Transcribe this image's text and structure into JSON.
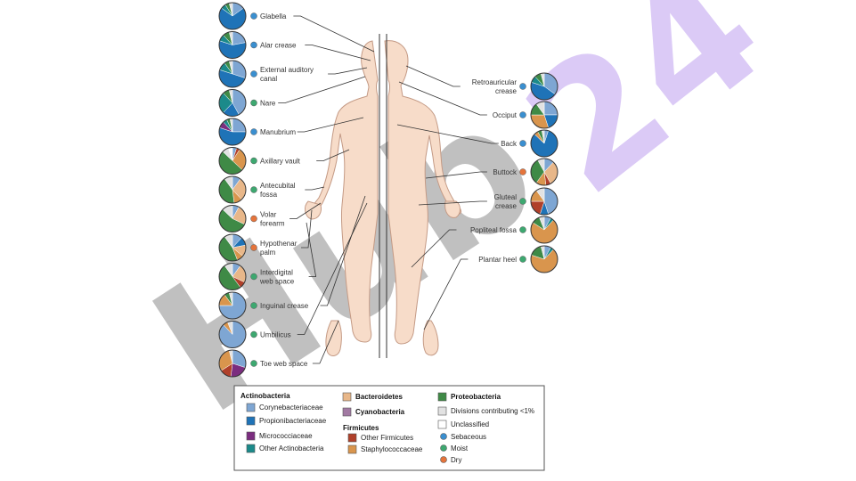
{
  "colors": {
    "coryne": "#7ea6d3",
    "propioni": "#1f73b7",
    "micrococc": "#7b2d7f",
    "other_actino": "#1b8a8a",
    "bacteroidetes": "#e8b789",
    "cyanobacteria": "#a27aa3",
    "other_firm": "#b0402a",
    "staph": "#d9954d",
    "proteo": "#3f8a46",
    "minor": "#e2e2e2",
    "unclassified": "#ffffff",
    "sebaceous": "#3a8fd0",
    "moist": "#3da870",
    "dry": "#e5743b",
    "body_fill": "#f7dcc9",
    "body_stroke": "#c49a85",
    "watermark_gray": "#b5b5b5",
    "watermark_purple": "#d7c4f5"
  },
  "watermark": {
    "gray_text": "Hub",
    "purple_text": "24"
  },
  "sites": [
    {
      "name": "Glabella",
      "type": "sebaceous",
      "side": "left",
      "values": {
        "coryne": 15,
        "propioni": 70,
        "other_actino": 6,
        "proteo": 5,
        "minor": 4
      }
    },
    {
      "name": "Alar crease",
      "type": "sebaceous",
      "side": "left",
      "values": {
        "coryne": 22,
        "propioni": 58,
        "other_actino": 8,
        "proteo": 8,
        "minor": 4
      }
    },
    {
      "name": "External auditory\ncanal",
      "type": "sebaceous",
      "side": "left",
      "values": {
        "coryne": 30,
        "propioni": 50,
        "other_actino": 10,
        "proteo": 6,
        "minor": 4
      }
    },
    {
      "name": "Nare",
      "type": "moist",
      "side": "left",
      "values": {
        "coryne": 42,
        "propioni": 20,
        "other_actino": 26,
        "proteo": 8,
        "minor": 4
      }
    },
    {
      "name": "Manubrium",
      "type": "sebaceous",
      "side": "left",
      "values": {
        "coryne": 25,
        "propioni": 55,
        "micrococc": 8,
        "other_actino": 5,
        "proteo": 4,
        "minor": 3
      }
    },
    {
      "name": "Axillary vault",
      "type": "moist",
      "side": "left",
      "values": {
        "coryne": 5,
        "staph": 28,
        "other_firm": 4,
        "proteo": 50,
        "minor": 8,
        "unclassified": 5
      }
    },
    {
      "name": "Antecubital\nfossa",
      "type": "moist",
      "side": "left",
      "values": {
        "coryne": 10,
        "bacteroidetes": 28,
        "staph": 10,
        "proteo": 42,
        "minor": 10
      }
    },
    {
      "name": "Volar\nforearm",
      "type": "dry",
      "side": "left",
      "values": {
        "coryne": 8,
        "bacteroidetes": 24,
        "proteo": 55,
        "minor": 13
      }
    },
    {
      "name": "Hypothenar\npalm",
      "type": "dry",
      "side": "left",
      "values": {
        "coryne": 12,
        "propioni": 10,
        "bacteroidetes": 14,
        "staph": 8,
        "proteo": 46,
        "minor": 10
      }
    },
    {
      "name": "Interdigital\nweb space",
      "type": "moist",
      "side": "left",
      "values": {
        "coryne": 10,
        "bacteroidetes": 22,
        "other_firm": 8,
        "proteo": 50,
        "minor": 10
      }
    },
    {
      "name": "Inguinal crease",
      "type": "moist",
      "side": "left",
      "values": {
        "coryne": 75,
        "staph": 15,
        "proteo": 6,
        "minor": 4
      }
    },
    {
      "name": "Umbilicus",
      "type": "moist",
      "side": "left",
      "values": {
        "coryne": 88,
        "staph": 6,
        "minor": 6
      }
    },
    {
      "name": "Toe web space",
      "type": "moist",
      "side": "left",
      "values": {
        "coryne": 30,
        "micrococc": 22,
        "other_firm": 14,
        "staph": 30,
        "minor": 4
      }
    },
    {
      "name": "Retroauricular\ncrease",
      "type": "sebaceous",
      "side": "right",
      "values": {
        "coryne": 35,
        "propioni": 45,
        "other_actino": 8,
        "proteo": 8,
        "minor": 4
      }
    },
    {
      "name": "Occiput",
      "type": "sebaceous",
      "side": "right",
      "values": {
        "coryne": 25,
        "propioni": 20,
        "staph": 30,
        "proteo": 15,
        "minor": 10
      }
    },
    {
      "name": "Back",
      "type": "sebaceous",
      "side": "right",
      "values": {
        "coryne": 5,
        "propioni": 82,
        "staph": 5,
        "proteo": 5,
        "minor": 3
      }
    },
    {
      "name": "Buttock",
      "type": "dry",
      "side": "right",
      "values": {
        "coryne": 12,
        "bacteroidetes": 30,
        "staph": 12,
        "other_firm": 6,
        "proteo": 32,
        "minor": 8
      }
    },
    {
      "name": "Gluteal\ncrease",
      "type": "moist",
      "side": "right",
      "values": {
        "coryne": 45,
        "propioni": 10,
        "other_firm": 20,
        "staph": 15,
        "minor": 10
      }
    },
    {
      "name": "Popliteal fossa",
      "type": "moist",
      "side": "right",
      "values": {
        "staph": 72,
        "proteo": 10,
        "coryne": 8,
        "other_actino": 4,
        "minor": 6
      }
    },
    {
      "name": "Plantar heel",
      "type": "moist",
      "side": "right",
      "values": {
        "staph": 68,
        "proteo": 16,
        "coryne": 8,
        "other_actino": 4,
        "minor": 4
      }
    }
  ],
  "legend": {
    "actinobacteria": "Actinobacteria",
    "coryne": "Corynebacteriaceae",
    "propioni": "Propionibacteriaceae",
    "micrococc": "Micrococciaceae",
    "other_actino": "Other Actinobacteria",
    "bacteroidetes": "Bacteroidetes",
    "cyanobacteria": "Cyanobacteria",
    "firmicutes": "Firmicutes",
    "other_firm": "Other Firmicutes",
    "staph": "Staphylococcaceae",
    "proteo": "Proteobacteria",
    "minor": "Divisions contributing <1%",
    "unclassified": "Unclassified",
    "sebaceous": "Sebaceous",
    "moist": "Moist",
    "dry": "Dry"
  }
}
